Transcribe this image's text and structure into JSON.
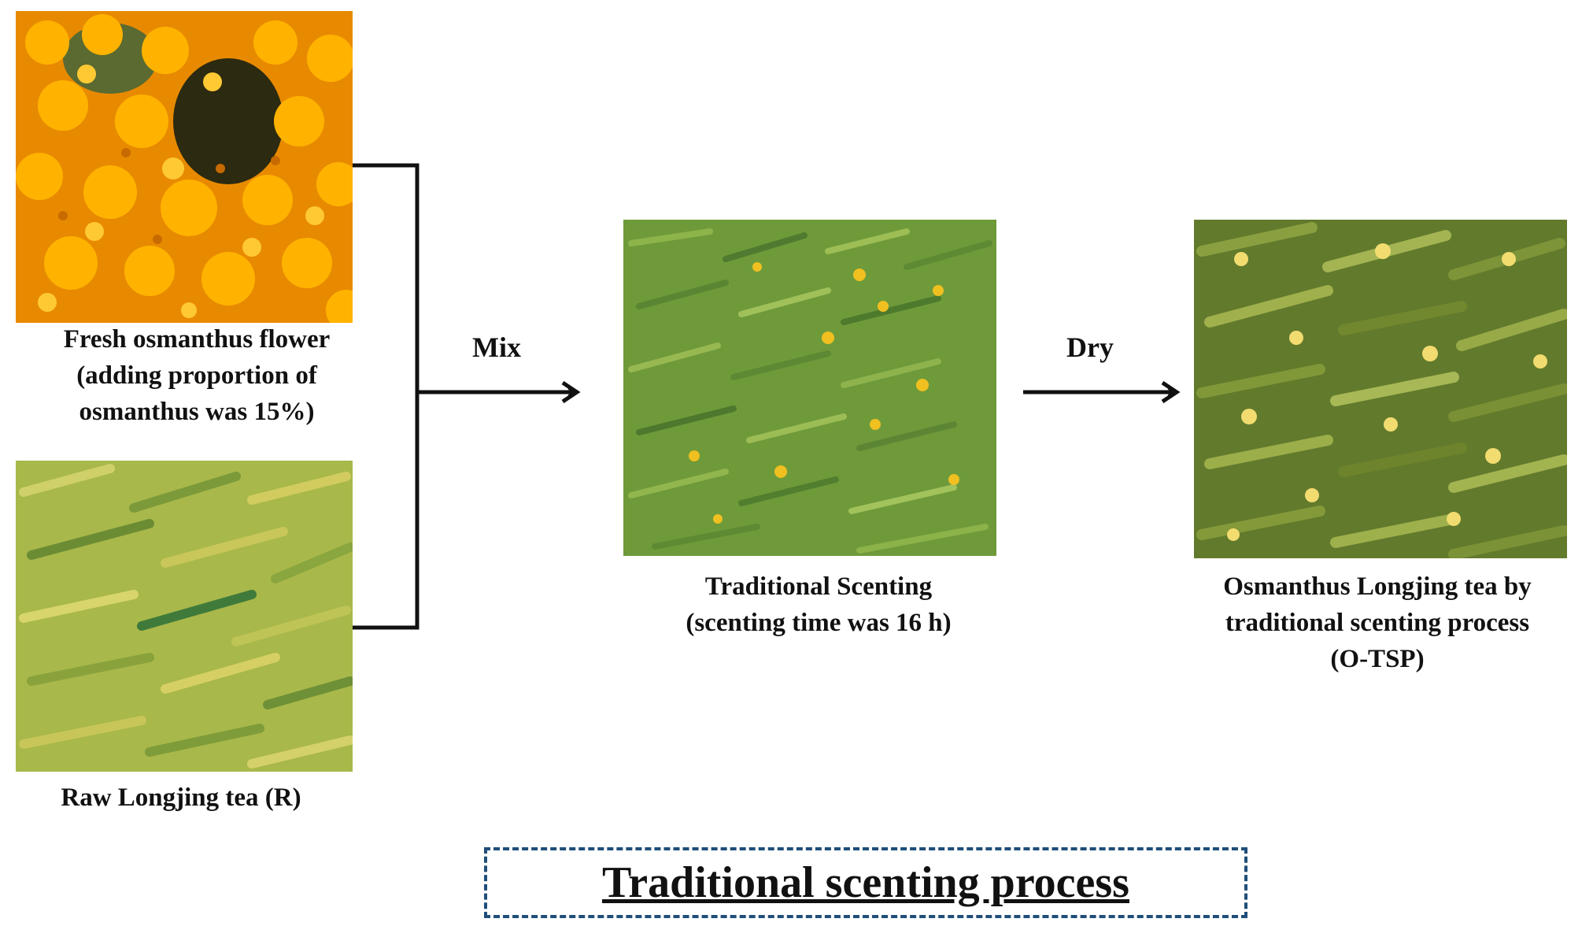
{
  "inputs": {
    "flower": {
      "caption": [
        "Fresh osmanthus flower",
        "(adding proportion of",
        "osmanthus was 15%)"
      ]
    },
    "tea": {
      "caption": [
        "Raw Longjing tea  (R)"
      ]
    }
  },
  "steps": [
    {
      "label": "Mix"
    },
    {
      "label": "Dry"
    }
  ],
  "middle": {
    "caption": [
      "Traditional Scenting",
      "(scenting time was 16 h)"
    ]
  },
  "output": {
    "caption": [
      "Osmanthus  Longjing tea by",
      "traditional scenting process",
      "(O-TSP)"
    ]
  },
  "title": "Traditional scenting process",
  "colors": {
    "flower_orange": "#f5a000",
    "tea_green": "#6f9a3a",
    "raw_tea_yellow": "#b9c24a",
    "frame_blue": "#1f4e79"
  }
}
